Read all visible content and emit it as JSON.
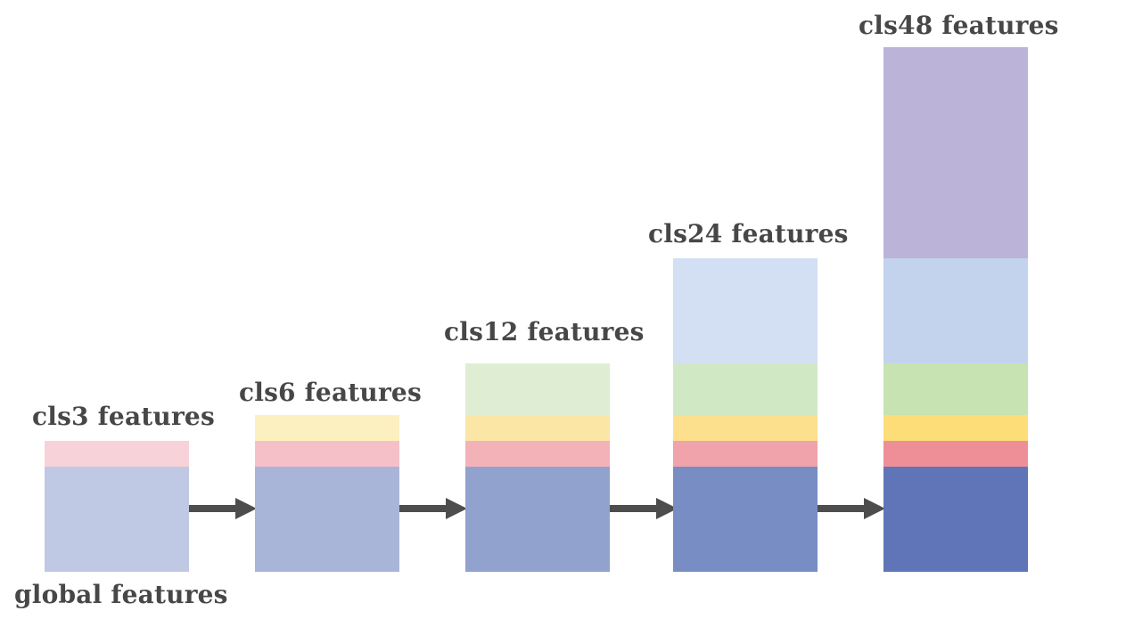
{
  "labels": {
    "global": "global features",
    "cls3": "cls3 features",
    "cls6": "cls6 features",
    "cls12": "cls12 features",
    "cls24": "cls24 features",
    "cls48": "cls48 features"
  },
  "colors": {
    "global": [
      "#bfc9e4",
      "#a8b5d9",
      "#91a2cf",
      "#788dc4",
      "#5f75b8"
    ],
    "cls3": [
      "#f8d2d9",
      "#f6c0c9",
      "#f3b1b8",
      "#f0a3aa",
      "#ee8f97"
    ],
    "cls6": [
      "#fdf0c0",
      "#fce6a6",
      "#fde08e",
      "#fcdd78"
    ],
    "cls12": [
      "#dfeed2",
      "#d0e8c4",
      "#c6e3b1"
    ],
    "cls24": [
      "#d3dff2",
      "#c3d3ee"
    ],
    "cls48": [
      "#bbb3d8"
    ],
    "arrow": "#4d4d4d",
    "text": "#474747"
  }
}
